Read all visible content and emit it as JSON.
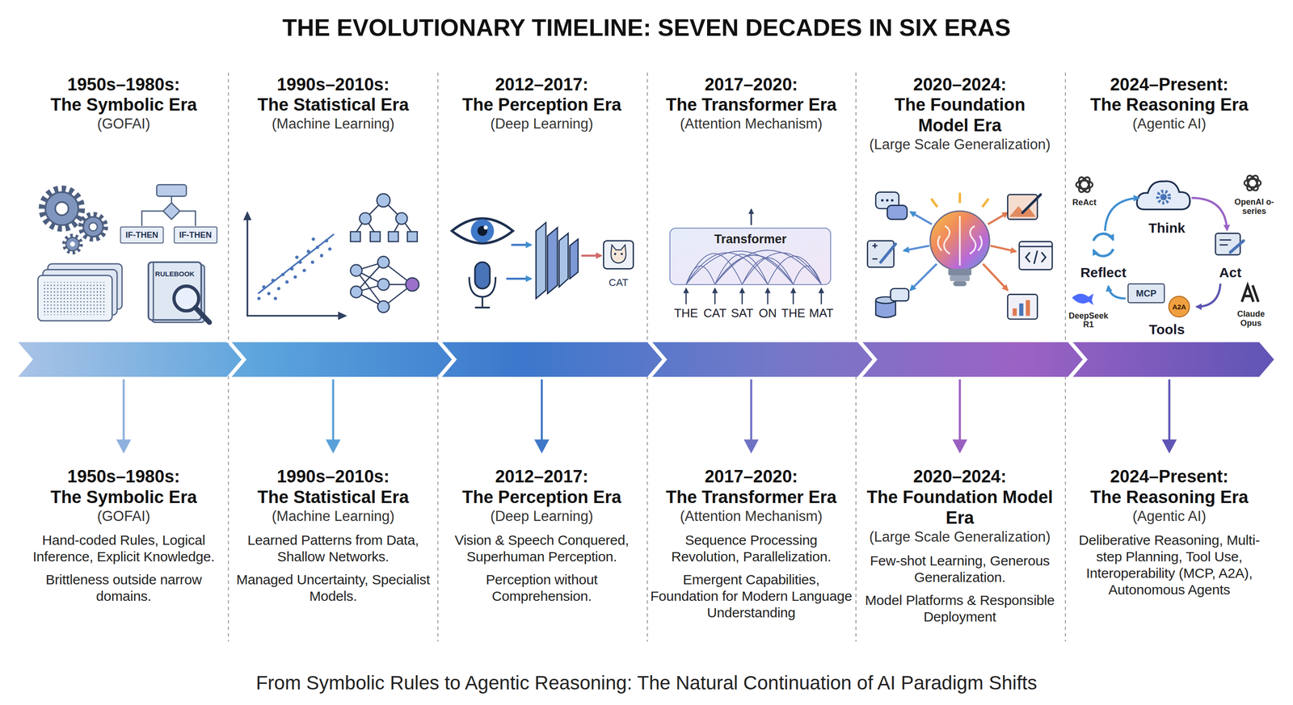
{
  "diagram": {
    "title": "THE EVOLUTIONARY TIMELINE: SEVEN DECADES IN SIX ERAS",
    "caption": "From Symbolic Rules to Agentic Reasoning: The Natural Continuation of AI Paradigm Shifts",
    "nodes": [
      {
        "text": [
          "IF-THEN"
        ]
      },
      {
        "text": [
          "IF-THEN"
        ]
      },
      {
        "text": [
          "Transformer"
        ]
      },
      {
        "text": [
          "MCP"
        ]
      },
      {
        "text": [
          "A2A"
        ]
      }
    ],
    "labels": [
      "1950s–1980s:",
      "The Symbolic Era",
      "(GOFAI)",
      "RULEBOOK",
      "1950s–1980s:",
      "The Symbolic Era",
      "(GOFAI)",
      "Hand-coded Rules, Logical Inference, Explicit Knowledge.",
      "Brittleness outside narrow domains.",
      "1990s–2010s:",
      "The Statistical Era",
      "(Machine Learning)",
      "1990s–2010s:",
      "The Statistical Era",
      "(Machine Learning)",
      "Learned Patterns from Data, Shallow Networks.",
      "Managed Uncertainty, Specialist Models.",
      "2012–2017:",
      "The Perception Era",
      "(Deep Learning)",
      "CAT",
      "2012–2017:",
      "The Perception Era",
      "(Deep Learning)",
      "Vision & Speech Conquered, Superhuman Perception.",
      "Perception without Comprehension.",
      "2017–2020:",
      "The Transformer Era",
      "(Attention Mechanism)",
      "THE",
      "CAT",
      "SAT",
      "ON",
      "THE",
      "MAT",
      "2017–2020:",
      "The Transformer Era",
      "(Attention Mechanism)",
      "Sequence Processing Revolution, Parallelization.",
      "Emergent Capabilities, Foundation for Modern Language Understanding",
      "2020–2024:",
      "The Foundation Model Era",
      "(Large Scale Generalization)",
      "2020–2024:",
      "The Foundation Model Era",
      "(Large Scale Generalization)",
      "Few-shot Learning, Generous Generalization.",
      "Model Platforms & Responsible Deployment",
      "2024–Present:",
      "The Reasoning Era",
      "(Agentic AI)",
      "ReAct",
      "Think",
      "OpenAI o-series",
      "Reflect",
      "Act",
      "DeepSeek R1",
      "Tools",
      "Claude Opus",
      "2024–Present:",
      "The Reasoning Era",
      "(Agentic AI)",
      "Deliberative Reasoning, Multi-step Planning, Tool Use, Interoperability (MCP, A2A), Autonomous Agents"
    ]
  }
}
